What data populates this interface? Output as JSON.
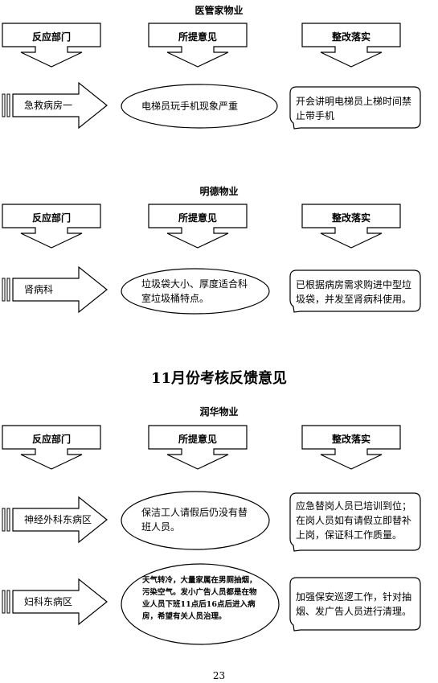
{
  "page_heading": "11月份考核反馈意见",
  "column_labels": {
    "dept": "反应部门",
    "opinion": "所提意见",
    "action": "整改落实"
  },
  "sections": [
    {
      "title": "医管家物业",
      "rows": [
        {
          "dept": "急救病房一",
          "opinion": "电梯员玩手机现象严重",
          "action": "开会讲明电梯员上梯时间禁止带手机"
        }
      ]
    },
    {
      "title": "明德物业",
      "rows": [
        {
          "dept": "肾病科",
          "opinion": "垃圾袋大小、厚度适合科室垃圾桶特点。",
          "action": "已根据病房需求购进中型垃圾袋，并发至肾病科使用。"
        }
      ]
    },
    {
      "title": "润华物业",
      "rows": [
        {
          "dept": "神经外科东病区",
          "opinion": "保洁工人请假后仍没有替班人员。",
          "action": "应急替岗人员已培训到位；在岗人员如有请假立即替补上岗，保证科工作质量。"
        },
        {
          "dept": "妇科东病区",
          "opinion": "天气转冷，大量家属在男厕抽烟，污染空气。发小广告人员都是在物业人员下班11点后16点后进入病房，希望有关人员治理。",
          "action": "加强保安巡逻工作，针对抽烟、发广告人员进行清理。"
        }
      ]
    }
  ],
  "page_number": "23"
}
